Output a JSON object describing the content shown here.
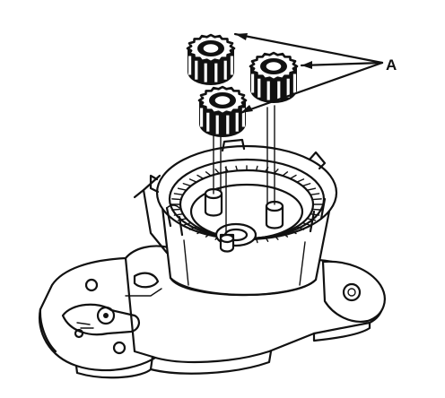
{
  "callout": {
    "label": "A"
  },
  "parts": {
    "gears": [
      "planetary-gear-1",
      "planetary-gear-2",
      "planetary-gear-3"
    ],
    "housing": "gear-housing",
    "base": "mounting-flange"
  },
  "colors": {
    "ink": "#111111",
    "paper": "#ffffff"
  }
}
